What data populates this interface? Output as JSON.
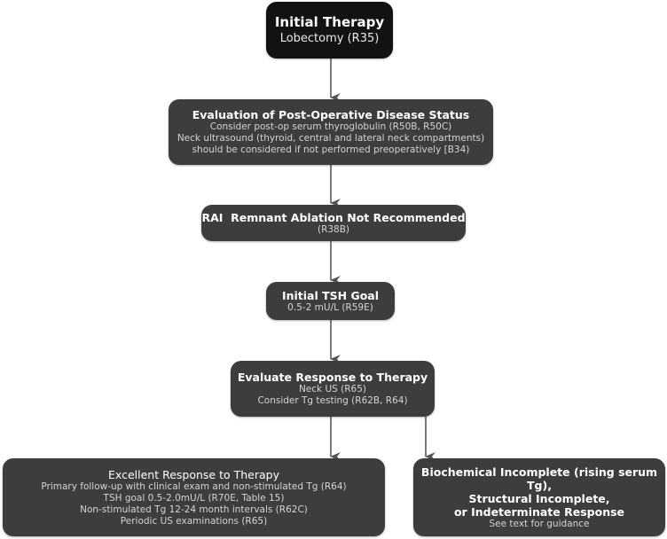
{
  "colors": {
    "start_box": "#121212",
    "node_box": "#3d3d3d",
    "arrow": "#7a7a7a",
    "title_text": "#ffffff",
    "sub_text": "#d4d4d4"
  },
  "nodes": [
    {
      "id": "initial-therapy",
      "title": "Initial Therapy",
      "lines": [
        "Lobectomy (R35)"
      ]
    },
    {
      "id": "post-op-evaluation",
      "title": "Evaluation of Post-Operative Disease Status",
      "lines": [
        "Consider post-op serum thyroglobulin (R50B, R50C)",
        "Neck ultrasound (thyroid, central and lateral neck compartments)",
        "should be considered if not performed preoperatively [B34)"
      ]
    },
    {
      "id": "rai-not-recommended",
      "title": "RAI  Remnant Ablation Not Recommended",
      "lines": [
        "(R38B)"
      ]
    },
    {
      "id": "initial-tsh-goal",
      "title": "Initial TSH Goal",
      "lines": [
        "0.5-2 mU/L (R59E)"
      ]
    },
    {
      "id": "evaluate-response",
      "title": "Evaluate Response to Therapy",
      "lines": [
        "Neck US (R65)",
        "Consider Tg testing (R62B, R64)"
      ]
    },
    {
      "id": "excellent-response",
      "title": "Excellent Response to Therapy",
      "lines": [
        "Primary follow-up with clinical exam and non-stimulated Tg (R64)",
        "TSH goal 0.5-2.0mU/L (R70E, Table 15)",
        "Non-stimulated Tg 12-24 month intervals (R62C)",
        "Periodic US examinations (R65)"
      ]
    },
    {
      "id": "incomplete-response",
      "title_lines": [
        "Biochemical Incomplete (rising serum Tg),",
        "Structural Incomplete,",
        "or Indeterminate Response"
      ],
      "lines": [
        "See text for guidance"
      ]
    }
  ],
  "edges": [
    {
      "from": "initial-therapy",
      "to": "post-op-evaluation"
    },
    {
      "from": "post-op-evaluation",
      "to": "rai-not-recommended"
    },
    {
      "from": "rai-not-recommended",
      "to": "initial-tsh-goal"
    },
    {
      "from": "initial-tsh-goal",
      "to": "evaluate-response"
    },
    {
      "from": "evaluate-response",
      "to": "excellent-response"
    },
    {
      "from": "evaluate-response",
      "to": "incomplete-response"
    }
  ]
}
